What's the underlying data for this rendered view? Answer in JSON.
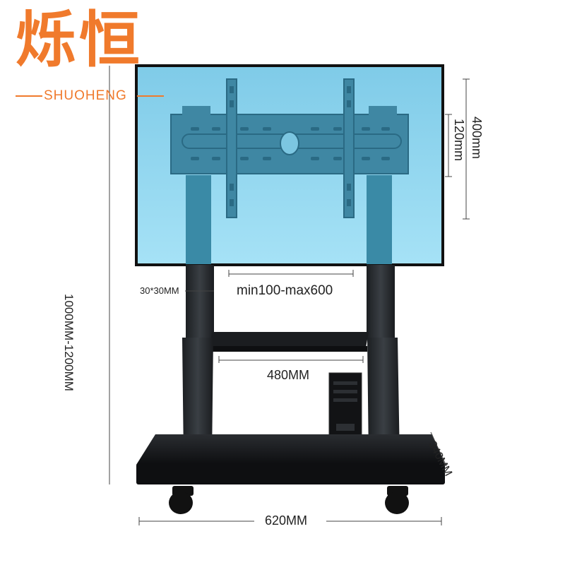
{
  "brand": {
    "name_cn": "烁恒",
    "name_en": "SHUOHENG",
    "color": "#f07a2c"
  },
  "dimensions": {
    "vesa_vertical_large": "400mm",
    "vesa_vertical_small": "120mm",
    "vesa_horizontal": "min100-max600",
    "column_size": "30*30MM",
    "total_height": "1000MM-1200MM",
    "shelf_width": "480MM",
    "base_depth": "340MM",
    "base_width": "620MM"
  },
  "colors": {
    "screen": "#7ecdea",
    "frame": "#111111",
    "metal": "#2b2f33"
  }
}
